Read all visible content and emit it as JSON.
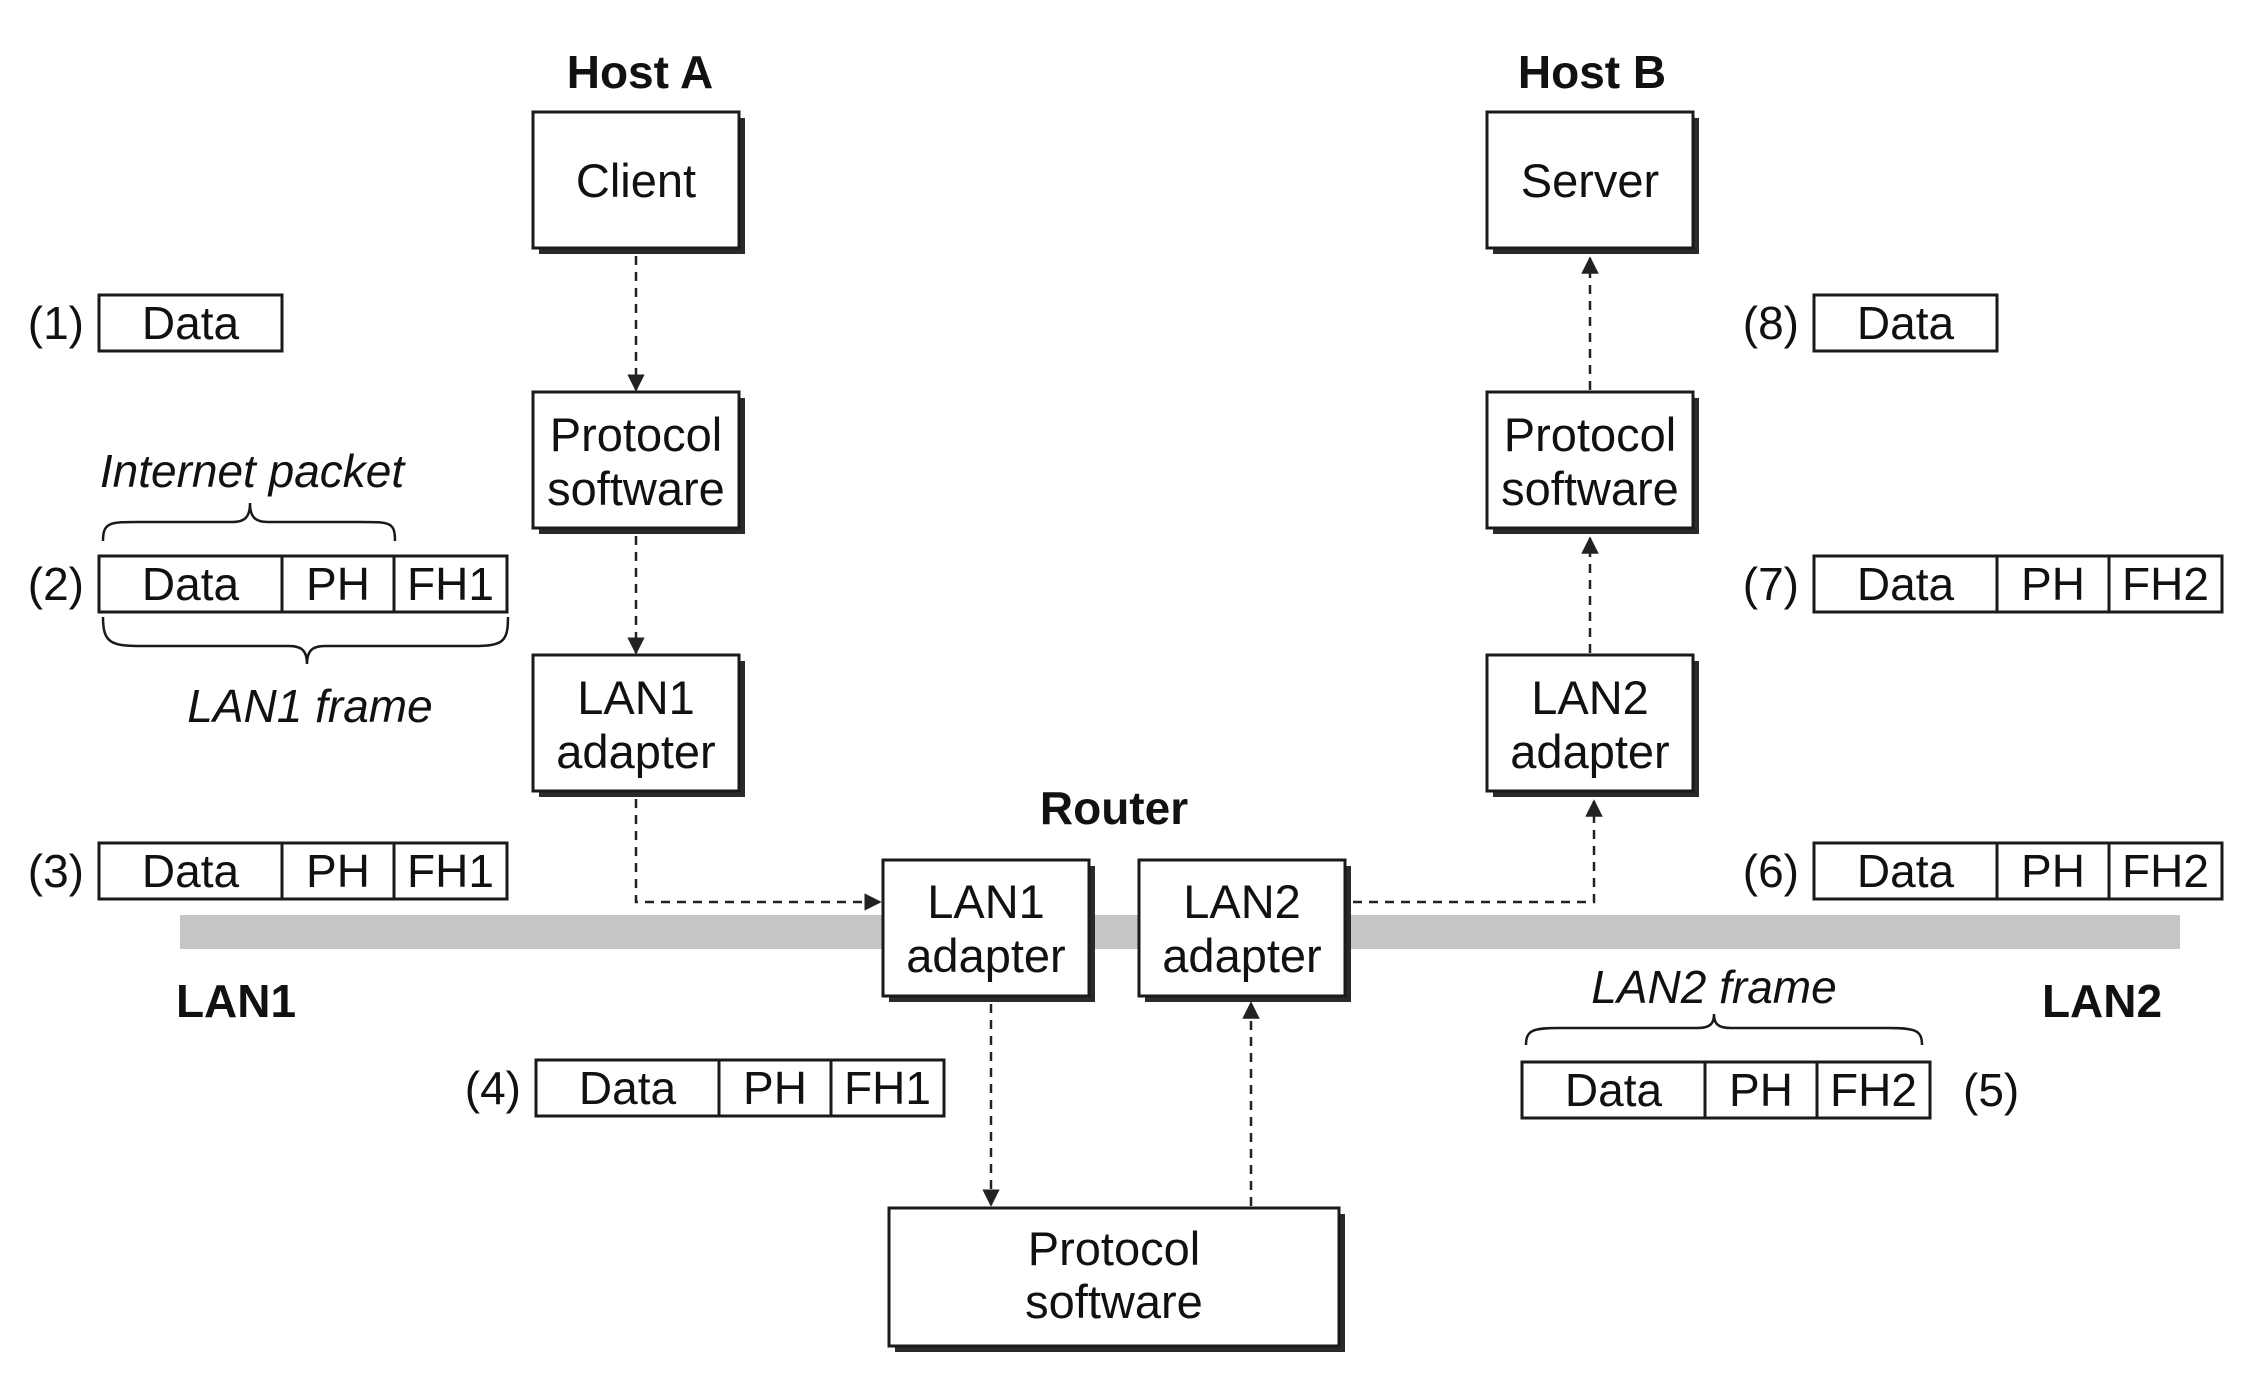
{
  "titles": {
    "host_a": "Host A",
    "host_b": "Host B",
    "router": "Router",
    "lan1": "LAN1",
    "lan2": "LAN2"
  },
  "host_a": {
    "client": "Client",
    "protocol_line1": "Protocol",
    "protocol_line2": "software",
    "adapter_line1": "LAN1",
    "adapter_line2": "adapter"
  },
  "host_b": {
    "server": "Server",
    "protocol_line1": "Protocol",
    "protocol_line2": "software",
    "adapter_line1": "LAN2",
    "adapter_line2": "adapter"
  },
  "router": {
    "lan1_adapter_line1": "LAN1",
    "lan1_adapter_line2": "adapter",
    "lan2_adapter_line1": "LAN2",
    "lan2_adapter_line2": "adapter",
    "protocol_line1": "Protocol",
    "protocol_line2": "software"
  },
  "annotations": {
    "internet_packet": "Internet packet",
    "lan1_frame": "LAN1 frame",
    "lan2_frame": "LAN2 frame"
  },
  "packets": [
    {
      "step": "(1)",
      "segments": [
        "Data"
      ]
    },
    {
      "step": "(2)",
      "segments": [
        "Data",
        "PH",
        "FH1"
      ]
    },
    {
      "step": "(3)",
      "segments": [
        "Data",
        "PH",
        "FH1"
      ]
    },
    {
      "step": "(4)",
      "segments": [
        "Data",
        "PH",
        "FH1"
      ]
    },
    {
      "step": "(5)",
      "segments": [
        "Data",
        "PH",
        "FH2"
      ]
    },
    {
      "step": "(6)",
      "segments": [
        "Data",
        "PH",
        "FH2"
      ]
    },
    {
      "step": "(7)",
      "segments": [
        "Data",
        "PH",
        "FH2"
      ]
    },
    {
      "step": "(8)",
      "segments": [
        "Data"
      ]
    }
  ]
}
